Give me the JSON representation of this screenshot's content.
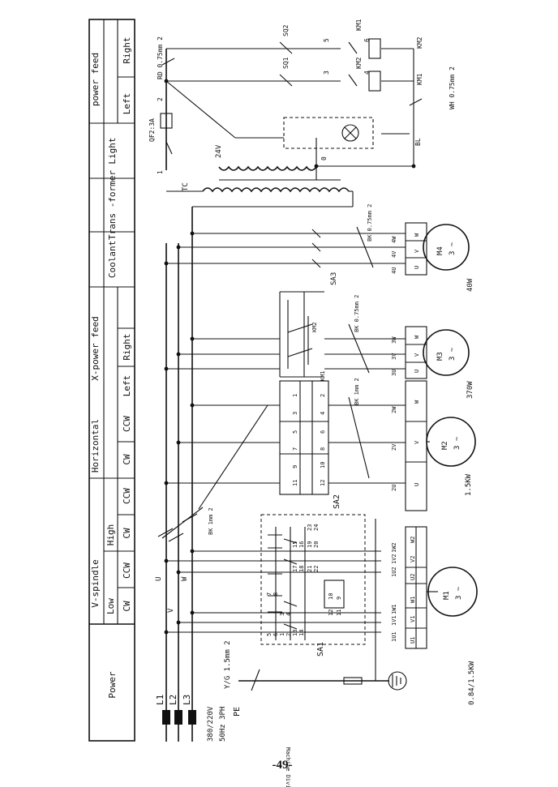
{
  "page_number": "-49-",
  "table": {
    "power": "Power",
    "v_spindle": "V-spindle",
    "low": "Low",
    "high": "High",
    "horizontal": "Horizontal",
    "x_power_feed": "X-power feed",
    "light": "Light",
    "transformer": "Trans -former",
    "coolant": "Coolant",
    "power_feed": "power feed",
    "cw": "CW",
    "ccw": "CCW",
    "left": "Left",
    "right": "Right"
  },
  "supply": {
    "lines": [
      "L1",
      "L2",
      "L3"
    ],
    "pe": "PE",
    "voltage": "380/220V",
    "frequency": "50Hz 3PH",
    "cable": "Y/G 1.5mm 2",
    "machine_division": "Machine Division",
    "phases": [
      "U",
      "V",
      "W"
    ],
    "bk_main": "BK 1mm 2"
  },
  "motors": {
    "m1": {
      "name": "M1",
      "phase": "3 ~",
      "power": "0.84/1.5KW"
    },
    "m2": {
      "name": "M2",
      "phase": "3 ~",
      "power": "1.5KW"
    },
    "m3": {
      "name": "M3",
      "phase": "3 ~",
      "power": "370W"
    },
    "m4": {
      "name": "M4",
      "phase": "3 ~",
      "power": "40W"
    }
  },
  "switches": {
    "sa1": "SA1",
    "sa2": "SA2",
    "sa3": "SA3",
    "km1": "KM1",
    "km2": "KM2",
    "sq1": "SQ1",
    "sq2": "SQ2",
    "qf": "QF2:3A",
    "tc": "TC",
    "bl": "BL"
  },
  "terminals": {
    "m1_upper": [
      "1U2",
      "1V2",
      "1W2"
    ],
    "m1_lower": [
      "1U1",
      "1V1",
      "1W1"
    ],
    "m1_box": [
      "U2",
      "V2",
      "W2",
      "U1",
      "V1",
      "W1"
    ],
    "m2": [
      "2U",
      "2V",
      "2W"
    ],
    "m2_box": [
      "U",
      "V",
      "W"
    ],
    "m3": [
      "3U",
      "3V",
      "3W"
    ],
    "m4": [
      "4U",
      "4V",
      "4W"
    ],
    "box_uvw": [
      "U",
      "V",
      "W"
    ]
  },
  "labels": {
    "bk_075": "BK 0.75mm 2",
    "bk_1": "BK 1mm 2",
    "rd": "RD 0.75mm 2",
    "wh": "WH 0.75mm 2",
    "v24": "24V",
    "zero": "0"
  },
  "sa1_numbers": [
    "1",
    "2",
    "3",
    "4",
    "5",
    "6",
    "7",
    "8",
    "9",
    "10",
    "11",
    "12",
    "13",
    "14",
    "15",
    "16",
    "17",
    "18",
    "19",
    "20",
    "21",
    "22",
    "23",
    "24"
  ],
  "sa2_numbers": [
    "1",
    "2",
    "3",
    "4",
    "5",
    "6",
    "7",
    "8",
    "9",
    "10",
    "11",
    "12"
  ],
  "control_numbers": [
    "1",
    "2",
    "3",
    "4",
    "5",
    "6"
  ]
}
